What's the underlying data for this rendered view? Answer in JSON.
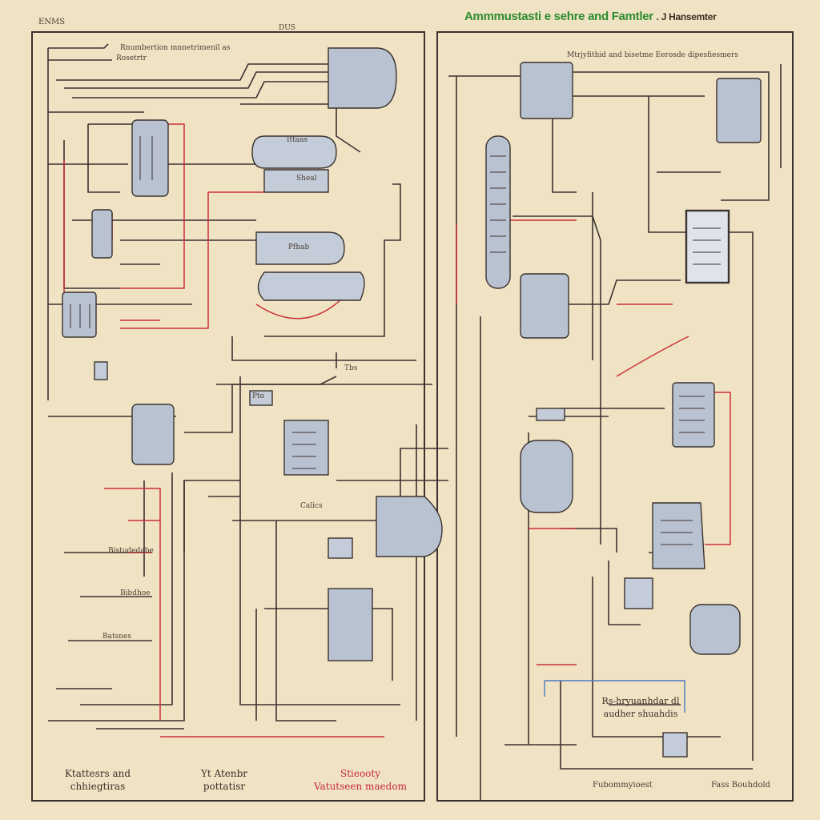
{
  "header": {
    "left_tag": "ENMS",
    "top_tag": "DUS",
    "title_green": "Ammmustasti e sehre and Famtler",
    "title_dark": ". J Hansemter"
  },
  "left_panel": {
    "subtitle_line1": "Rnumbertion mnnetrimenil as",
    "subtitle_line2": "Rosetrtr",
    "labels": [
      "Ittaas",
      "Sheal",
      "Pfhab",
      "Tbs",
      "Pto",
      "Calics",
      "Bibdhoe",
      "Batsnes",
      "Bistudedabe"
    ],
    "footer_left_line1": "Ktattesrs and",
    "footer_left_line2": "chhiegtiras",
    "footer_mid_line1": "Yt Atenbr",
    "footer_mid_line2": "pottatisr",
    "footer_right_line1": "Stieooty",
    "footer_right_line2": "Vatutseen maedom"
  },
  "right_panel": {
    "subtitle": "Mtrjyfithid and bisetme Eerosde dipesfiesmers",
    "note_line1": "Rs-hryuanhdar dl",
    "note_line2": "audher shuahdis",
    "footer_mid": "Fubommyioest",
    "footer_right": "Fass Bouhdold"
  },
  "colors": {
    "background": "#efe3c4",
    "wire_dark": "#3a3230",
    "wire_red": "#cc2f3a",
    "wire_blue": "#4a78c0",
    "component_fill": "#b9c2d0",
    "title_green": "#2e8b2e"
  }
}
